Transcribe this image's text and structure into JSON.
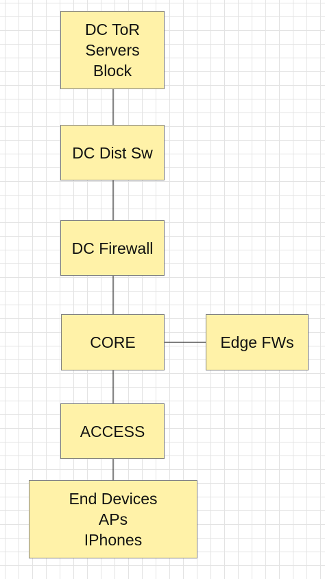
{
  "colors": {
    "node_fill": "#FFF2A8",
    "node_border": "#7F7F7F",
    "connector": "#333333",
    "grid_line": "#E3E3E3"
  },
  "nodes": {
    "dc_tor": {
      "lines": [
        "DC ToR",
        "Servers",
        "Block"
      ]
    },
    "dc_dist_sw": {
      "label": "DC Dist Sw"
    },
    "dc_firewall": {
      "label": "DC Firewall"
    },
    "core": {
      "label": "CORE"
    },
    "edge_fws": {
      "label": "Edge FWs"
    },
    "access": {
      "label": "ACCESS"
    },
    "end_devices": {
      "lines": [
        "End Devices",
        "APs",
        "IPhones"
      ]
    }
  }
}
